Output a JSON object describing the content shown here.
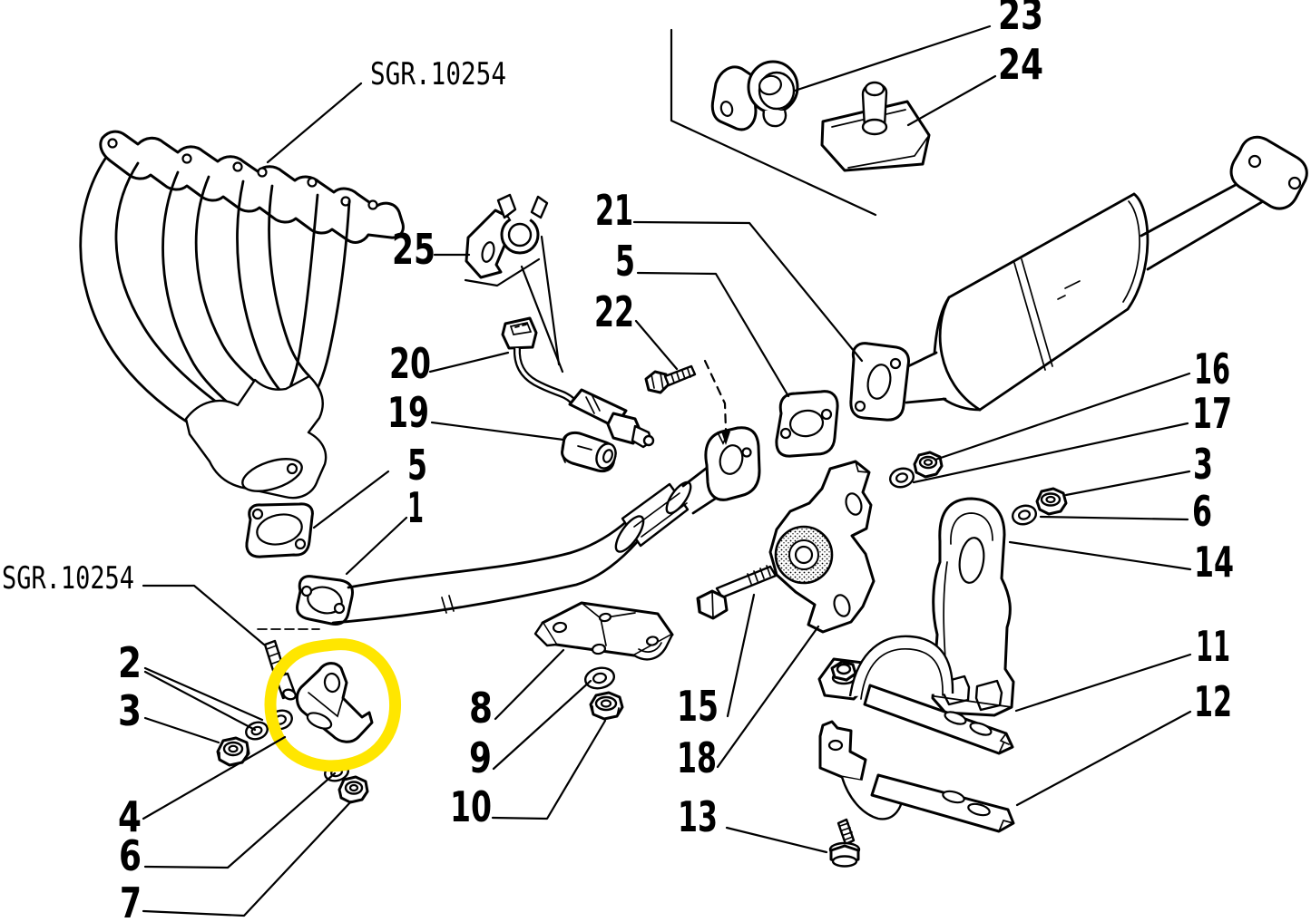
{
  "figure": {
    "type": "exploded-parts-diagram",
    "subject": "exhaust-system",
    "background_color": "#ffffff",
    "line_color": "#000000",
    "highlight_color": "#FFE600",
    "group_labels": {
      "top": "SGR.10254",
      "bottom": "SGR.10254"
    },
    "callouts": {
      "c1": "1",
      "c2": "2",
      "c3l": "3",
      "c3r": "3",
      "c4": "4",
      "c5l": "5",
      "c5m": "5",
      "c6l": "6",
      "c6r": "6",
      "c7": "7",
      "c8": "8",
      "c9": "9",
      "c10": "10",
      "c11": "11",
      "c12": "12",
      "c13": "13",
      "c14": "14",
      "c15": "15",
      "c16": "16",
      "c17": "17",
      "c18": "18",
      "c19": "19",
      "c20": "20",
      "c21": "21",
      "c22": "22",
      "c23": "23",
      "c24": "24",
      "c25": "25"
    }
  }
}
